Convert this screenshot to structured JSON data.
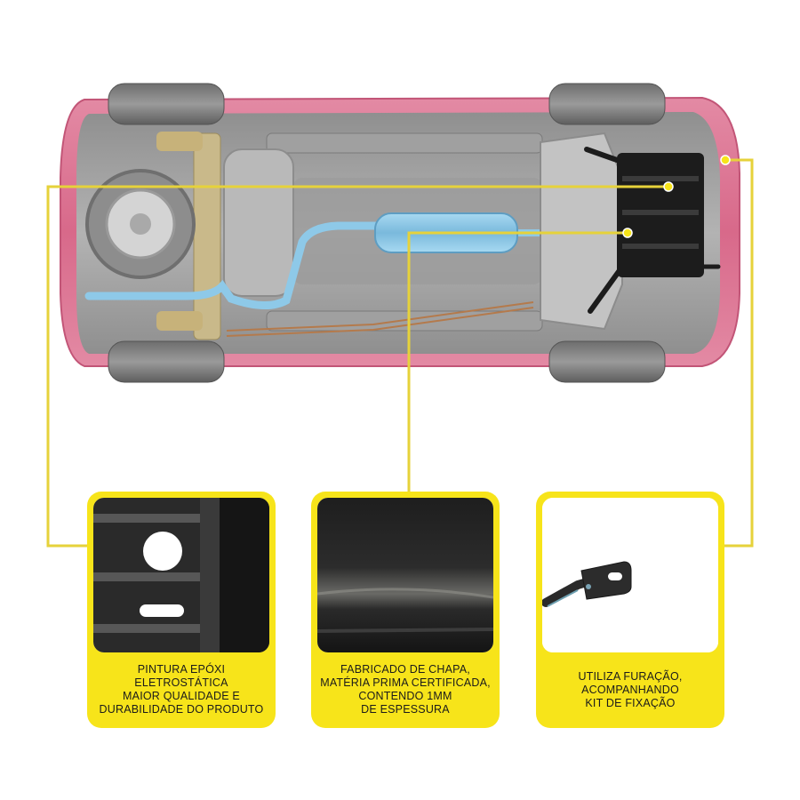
{
  "callouts": [
    {
      "caption_lines": [
        "PINTURA EPÓXI",
        "ELETROSTÁTICA",
        "MAIOR QUALIDADE E",
        "DURABILIDADE DO PRODUTO"
      ],
      "photo_icon": "painted-plate-with-holes"
    },
    {
      "caption_lines": [
        "FABRICADO DE CHAPA,",
        "MATÉRIA PRIMA CERTIFICADA,",
        "CONTENDO 1MM",
        "DE ESPESSURA"
      ],
      "photo_icon": "steel-sheet-closeup"
    },
    {
      "caption_lines": [
        "UTILIZA FURAÇÃO,",
        "ACOMPANHANDO",
        "KIT DE FIXAÇÃO"
      ],
      "photo_icon": "mounting-bracket"
    }
  ],
  "colors": {
    "accent": "#f7e41a",
    "car_body": "#d96a8a",
    "exhaust": "#8ec9e8",
    "skid_plate": "#1a1a1a",
    "connector": "#e6d23a"
  }
}
